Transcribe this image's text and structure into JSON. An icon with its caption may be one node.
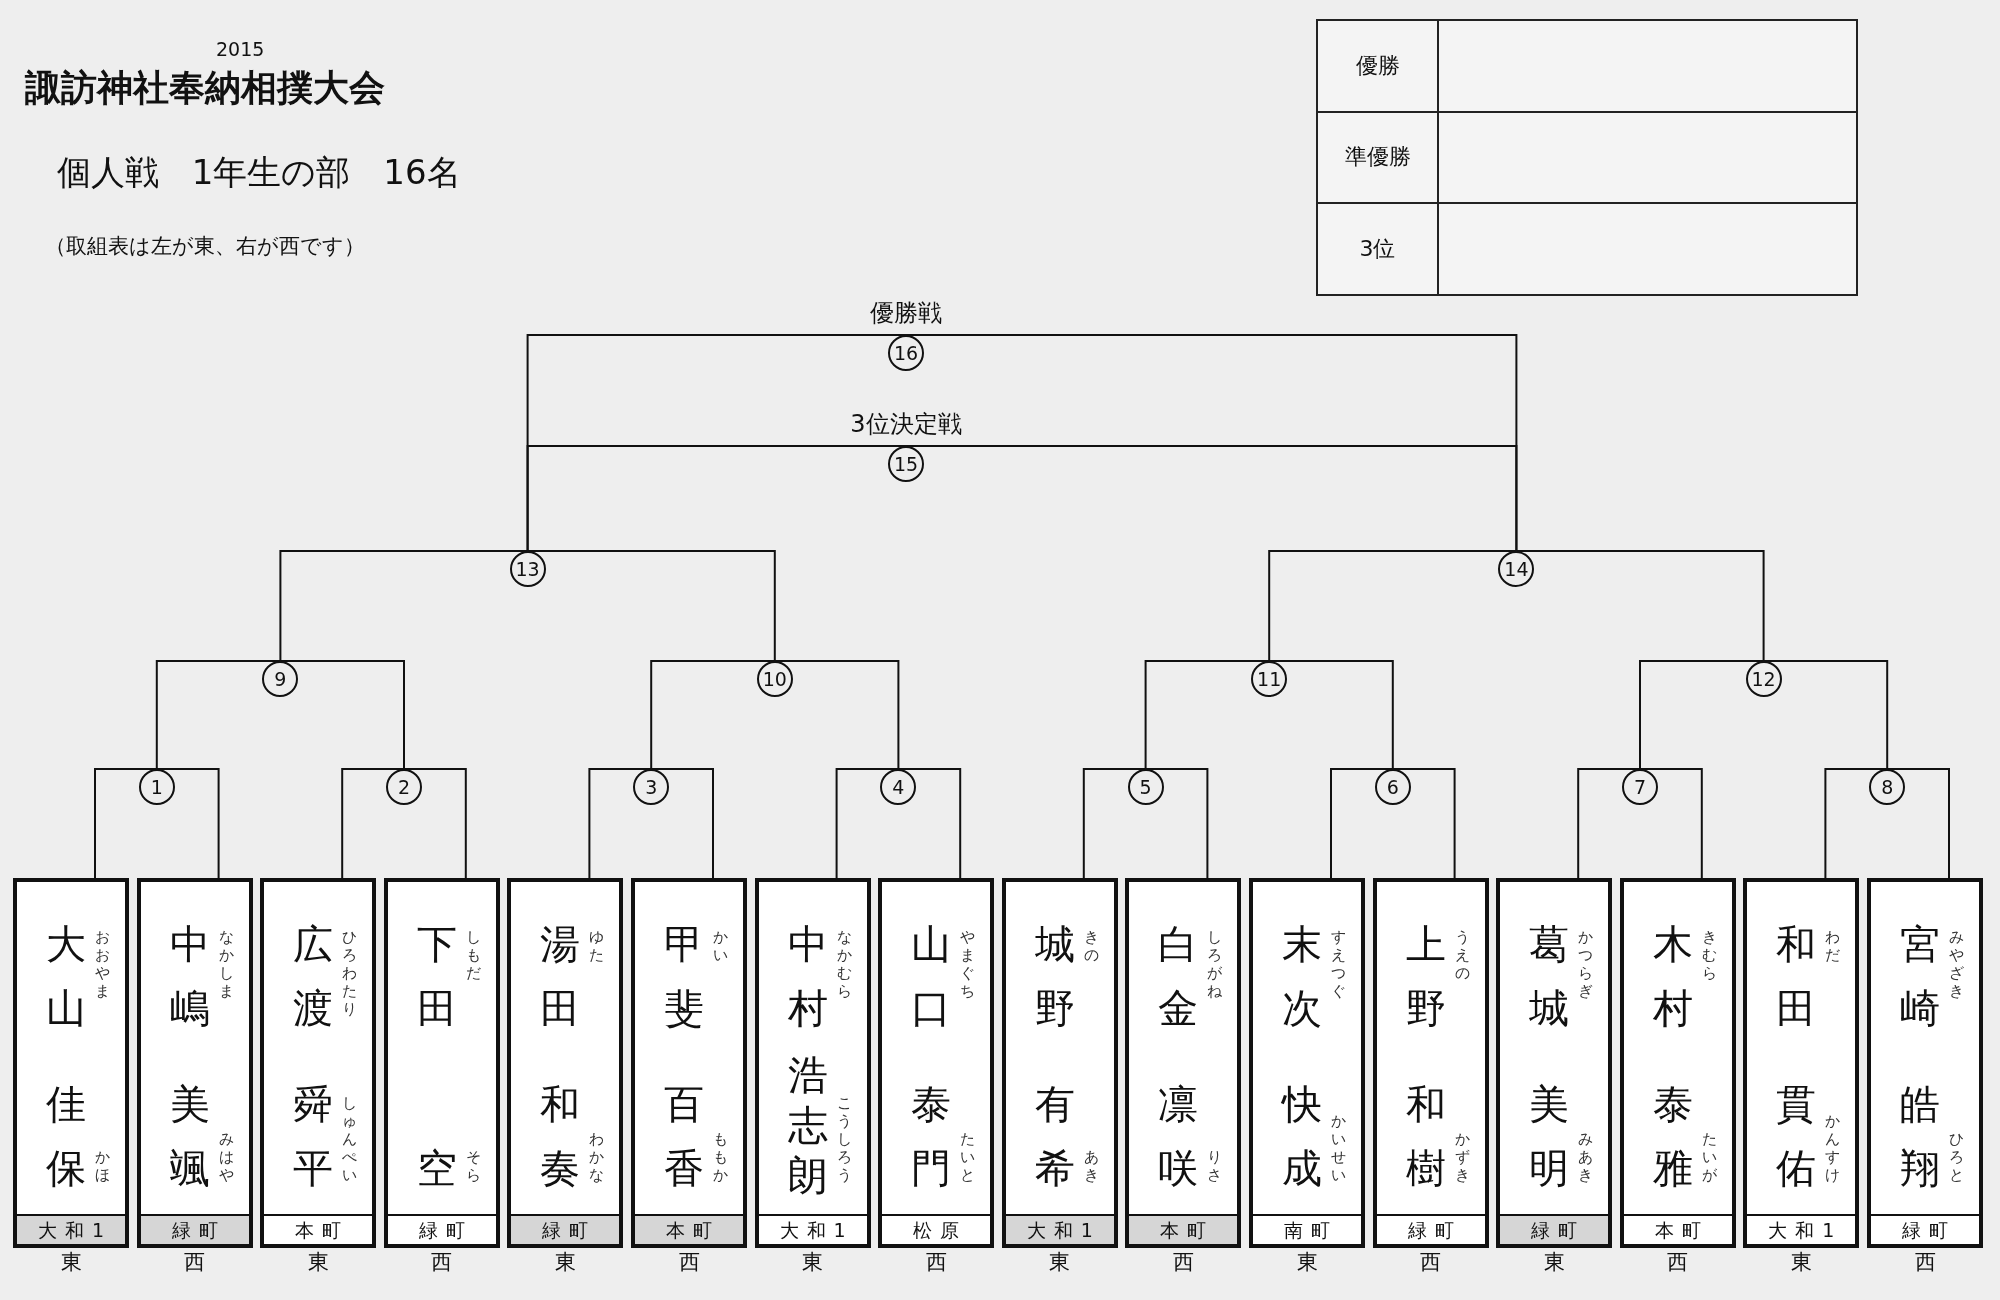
{
  "diagram": {
    "title": "諏訪神社奉納相撲大会",
    "nodes": [
      {
        "text": [
          "大山",
          "佳保",
          "おおやま",
          "かほ",
          "大和1"
        ],
        "beside": [
          "東"
        ]
      },
      {
        "text": [
          "中嶋",
          "美颯",
          "なかしま",
          "みはや",
          "緑町"
        ],
        "beside": [
          "西"
        ]
      },
      {
        "text": [
          "広渡",
          "舜平",
          "ひろわたり",
          "しゅんぺい",
          "本町"
        ],
        "beside": [
          "東"
        ]
      },
      {
        "text": [
          "下田",
          "空",
          "しもだ",
          "そら",
          "緑町"
        ],
        "beside": [
          "西"
        ]
      },
      {
        "text": [
          "湯田",
          "和奏",
          "ゆた",
          "わかな",
          "緑町"
        ],
        "beside": [
          "東"
        ]
      },
      {
        "text": [
          "甲斐",
          "百香",
          "かい",
          "ももか",
          "本町"
        ],
        "beside": [
          "西"
        ]
      },
      {
        "text": [
          "中村",
          "浩志朗",
          "なかむら",
          "こうしろう",
          "大和1"
        ],
        "beside": [
          "東"
        ]
      },
      {
        "text": [
          "山口",
          "泰門",
          "やまぐち",
          "たいと",
          "松原"
        ],
        "beside": [
          "西"
        ]
      },
      {
        "text": [
          "城野",
          "有希",
          "きの",
          "あき",
          "大和1"
        ],
        "beside": [
          "東"
        ]
      },
      {
        "text": [
          "白金",
          "凛咲",
          "しろがね",
          "りさ",
          "本町"
        ],
        "beside": [
          "西"
        ]
      },
      {
        "text": [
          "末次",
          "快成",
          "すえつぐ",
          "かいせい",
          "南町"
        ],
        "beside": [
          "東"
        ]
      },
      {
        "text": [
          "上野",
          "和樹",
          "うえの",
          "かずき",
          "緑町"
        ],
        "beside": [
          "西"
        ]
      },
      {
        "text": [
          "葛城",
          "美明",
          "かつらぎ",
          "みあき",
          "緑町"
        ],
        "beside": [
          "東"
        ]
      },
      {
        "text": [
          "木村",
          "泰雅",
          "きむら",
          "たいが",
          "本町"
        ],
        "beside": [
          "西"
        ]
      },
      {
        "text": [
          "和田",
          "貫佑",
          "わだ",
          "かんすけ",
          "大和1"
        ],
        "beside": [
          "東"
        ]
      },
      {
        "text": [
          "宮崎",
          "皓翔",
          "みやざき",
          "ひろと",
          "緑町"
        ],
        "beside": [
          "西"
        ]
      },
      {
        "text": [
          "1"
        ]
      },
      {
        "text": [
          "2"
        ]
      },
      {
        "text": [
          "3"
        ]
      },
      {
        "text": [
          "4"
        ]
      },
      {
        "text": [
          "5"
        ]
      },
      {
        "text": [
          "6"
        ]
      },
      {
        "text": [
          "7"
        ]
      },
      {
        "text": [
          "8"
        ]
      },
      {
        "text": [
          "9"
        ]
      },
      {
        "text": [
          "10"
        ]
      },
      {
        "text": [
          "11"
        ]
      },
      {
        "text": [
          "12"
        ]
      },
      {
        "text": [
          "13"
        ]
      },
      {
        "text": [
          "14"
        ]
      },
      {
        "text": [
          "15"
        ],
        "beside": [
          "3位決定戦"
        ]
      },
      {
        "text": [
          "16"
        ],
        "beside": [
          "優勝戦"
        ]
      }
    ],
    "edges": [
      {
        "from": 0,
        "to": 16,
        "arrow": "none"
      },
      {
        "from": 1,
        "to": 16,
        "arrow": "none"
      },
      {
        "from": 2,
        "to": 17,
        "arrow": "none"
      },
      {
        "from": 3,
        "to": 17,
        "arrow": "none"
      },
      {
        "from": 4,
        "to": 18,
        "arrow": "none"
      },
      {
        "from": 5,
        "to": 18,
        "arrow": "none"
      },
      {
        "from": 6,
        "to": 19,
        "arrow": "none"
      },
      {
        "from": 7,
        "to": 19,
        "arrow": "none"
      },
      {
        "from": 8,
        "to": 20,
        "arrow": "none"
      },
      {
        "from": 9,
        "to": 20,
        "arrow": "none"
      },
      {
        "from": 10,
        "to": 21,
        "arrow": "none"
      },
      {
        "from": 11,
        "to": 21,
        "arrow": "none"
      },
      {
        "from": 12,
        "to": 22,
        "arrow": "none"
      },
      {
        "from": 13,
        "to": 22,
        "arrow": "none"
      },
      {
        "from": 14,
        "to": 23,
        "arrow": "none"
      },
      {
        "from": 15,
        "to": 23,
        "arrow": "none"
      },
      {
        "from": 16,
        "to": 24,
        "arrow": "none"
      },
      {
        "from": 17,
        "to": 24,
        "arrow": "none"
      },
      {
        "from": 18,
        "to": 25,
        "arrow": "none"
      },
      {
        "from": 19,
        "to": 25,
        "arrow": "none"
      },
      {
        "from": 20,
        "to": 26,
        "arrow": "none"
      },
      {
        "from": 21,
        "to": 26,
        "arrow": "none"
      },
      {
        "from": 22,
        "to": 27,
        "arrow": "none"
      },
      {
        "from": 23,
        "to": 27,
        "arrow": "none"
      },
      {
        "from": 24,
        "to": 28,
        "arrow": "none"
      },
      {
        "from": 25,
        "to": 28,
        "arrow": "none"
      },
      {
        "from": 26,
        "to": 29,
        "arrow": "none"
      },
      {
        "from": 27,
        "to": 29,
        "arrow": "none"
      },
      {
        "from": 28,
        "to": 30,
        "arrow": "none"
      },
      {
        "from": 29,
        "to": 30,
        "arrow": "none"
      },
      {
        "from": 28,
        "to": 31,
        "arrow": "none"
      },
      {
        "from": 29,
        "to": 31,
        "arrow": "none"
      }
    ],
    "labels": [
      "2015",
      "個人戦 1年生の部 16名",
      "（取組表は左が東、右が西です）",
      "優勝",
      "準優勝",
      "3位"
    ]
  }
}
